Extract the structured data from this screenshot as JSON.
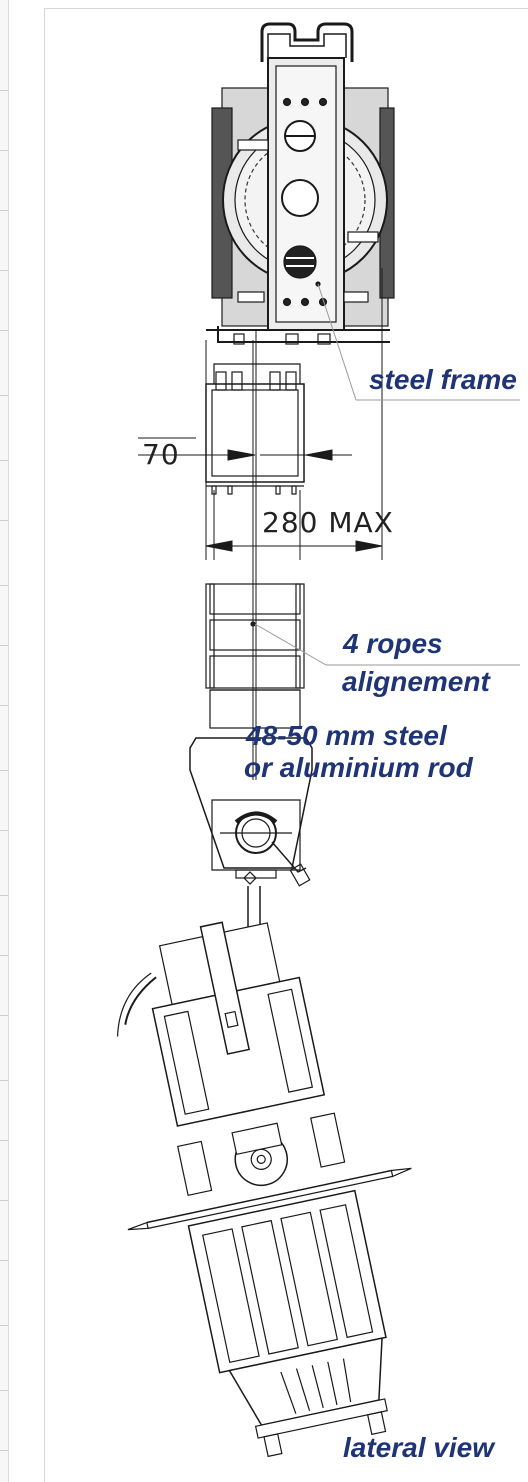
{
  "drawing": {
    "dimensions": {
      "width_small": "70",
      "width_max": "280  MAX"
    },
    "labels": {
      "steel_frame": "steel frame",
      "ropes_line1": "4 ropes",
      "ropes_line2": "alignement",
      "rod_line1": "48-50 mm steel",
      "rod_line2": "or aluminium rod",
      "view_caption": "lateral view"
    },
    "colors": {
      "label": "#1f3476",
      "line": "#1a1a1a",
      "leader": "#9a9a9a"
    }
  }
}
